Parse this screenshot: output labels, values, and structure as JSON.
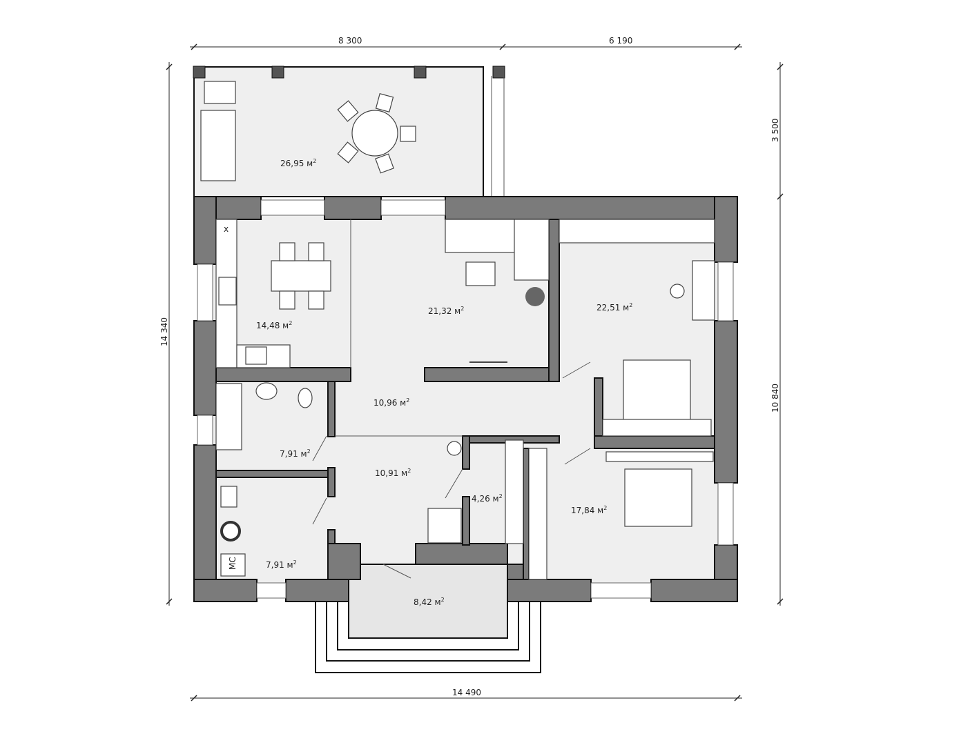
{
  "dimensions": {
    "top_left": "8 300",
    "top_right": "6 190",
    "bottom": "14 490",
    "left": "14 340",
    "right_top": "3 500",
    "right_bottom": "10 840"
  },
  "rooms": [
    {
      "id": "terrace",
      "area": "26,95 м",
      "sup": "2"
    },
    {
      "id": "kitchen",
      "area": "14,48 м",
      "sup": "2"
    },
    {
      "id": "living",
      "area": "21,32 м",
      "sup": "2"
    },
    {
      "id": "bedroom-1",
      "area": "22,51 м",
      "sup": "2"
    },
    {
      "id": "hall",
      "area": "10,96 м",
      "sup": "2"
    },
    {
      "id": "bathroom",
      "area": "7,91 м",
      "sup": "2"
    },
    {
      "id": "corridor",
      "area": "10,91 м",
      "sup": "2"
    },
    {
      "id": "closet",
      "area": "4,26 м",
      "sup": "2"
    },
    {
      "id": "bedroom-2",
      "area": "17,84 м",
      "sup": "2"
    },
    {
      "id": "utility",
      "area": "7,91 м",
      "sup": "2"
    },
    {
      "id": "porch",
      "area": "8,42 м",
      "sup": "2"
    }
  ],
  "fixtures": {
    "sink_mark": "x",
    "washer_mark": "МС"
  },
  "colors": {
    "wall": "#7b7b7b",
    "floor": "#efefef",
    "porch": "#e6e6e6"
  }
}
